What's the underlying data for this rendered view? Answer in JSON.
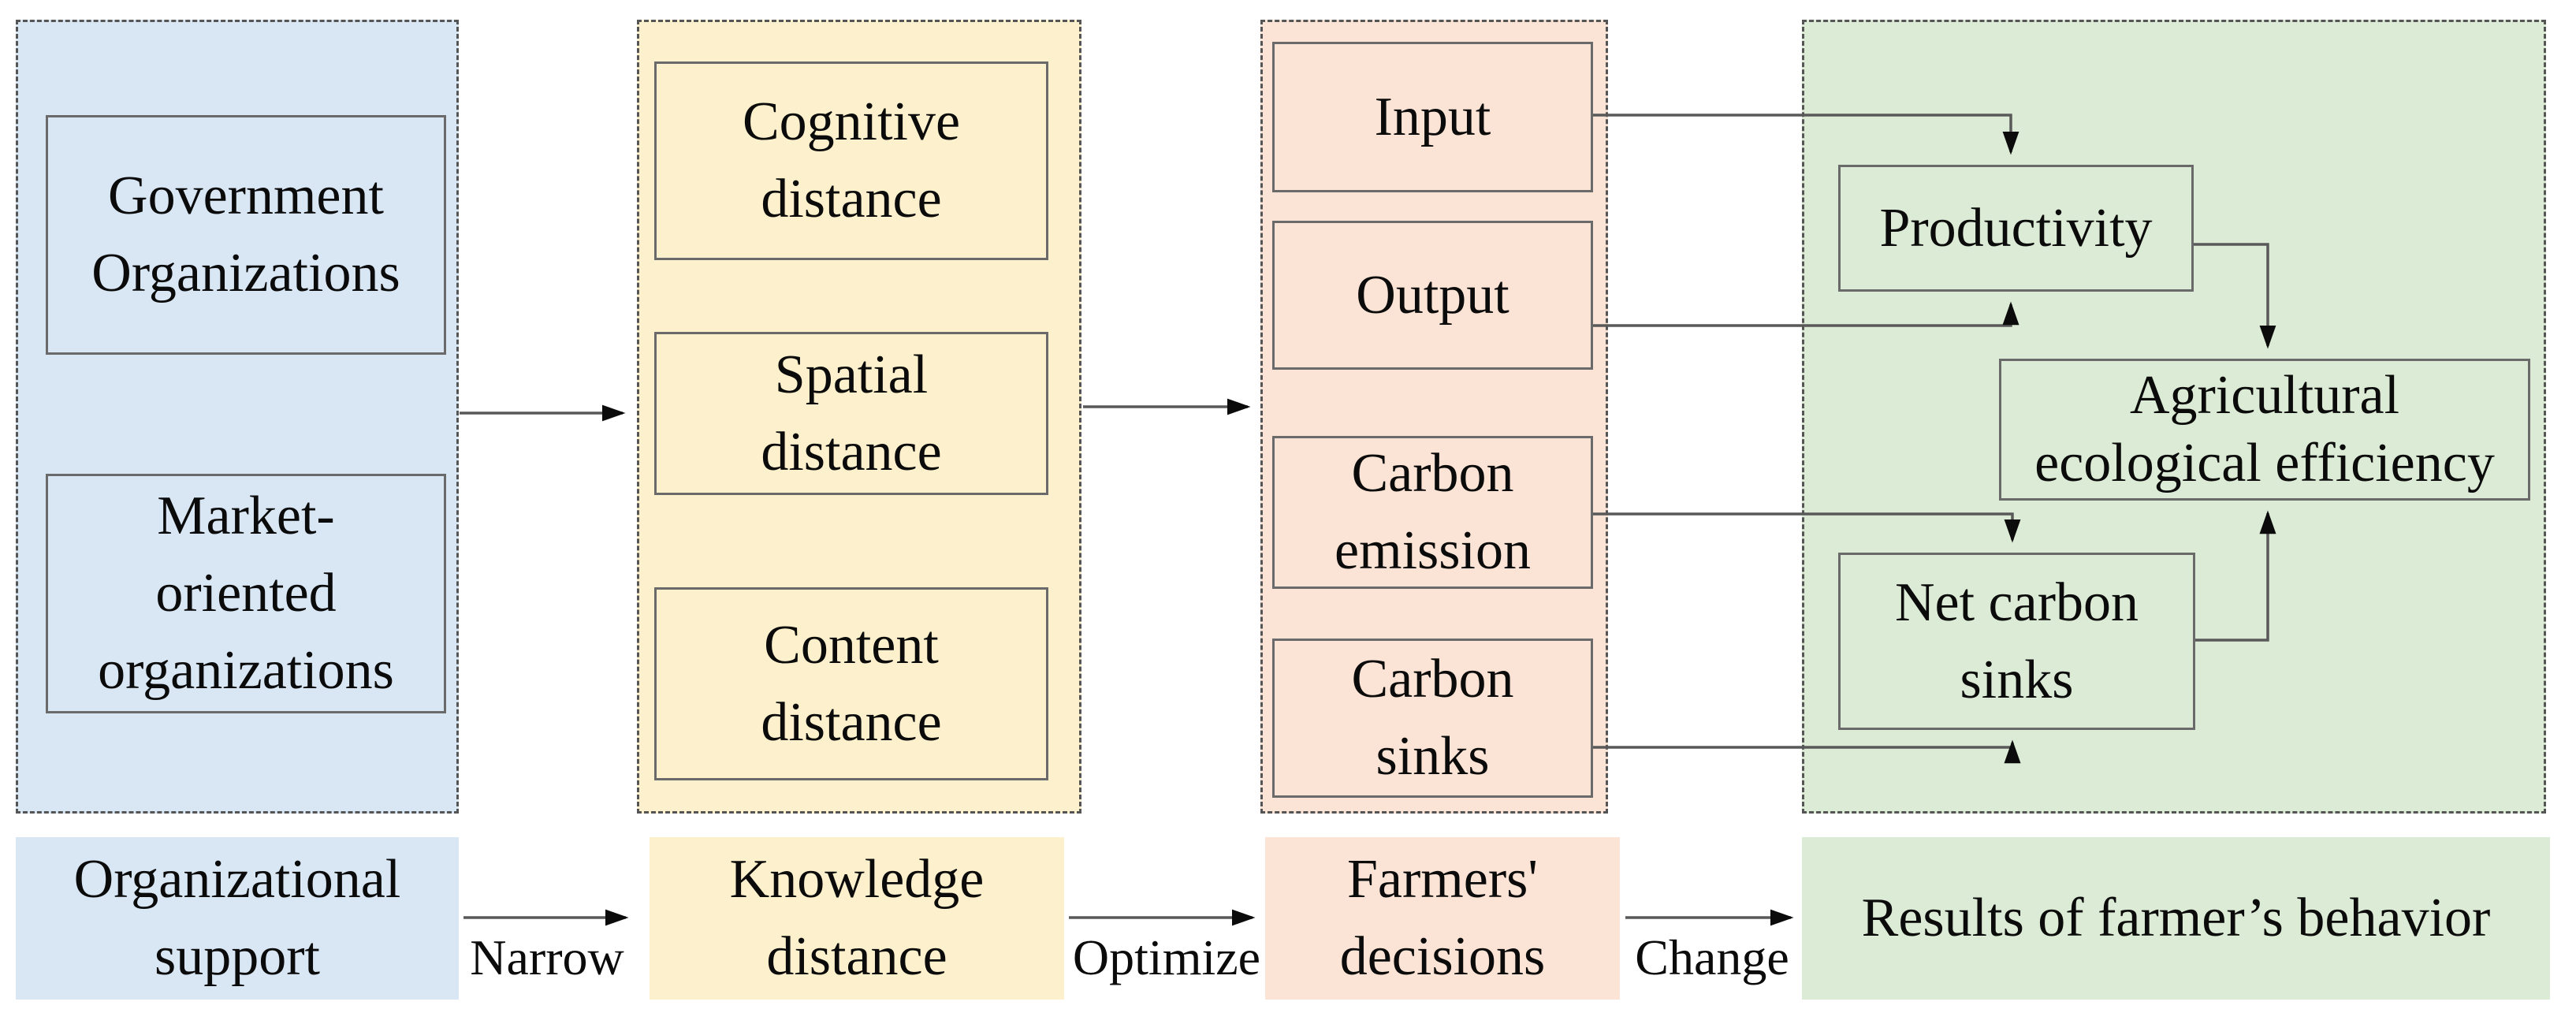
{
  "colors": {
    "col-blue": "#d9e7f5",
    "col-yellow": "#fdf0cc",
    "col-pink": "#fbe4d5",
    "col-green": "#dcebd5",
    "line": "#595959",
    "box-border": "#6a6a6a",
    "dash-border": "#555555",
    "text": "#0b0b0b"
  },
  "columns": [
    {
      "footer": "Organizational\nsupport",
      "boxes": [
        "Government\nOrganizations",
        "Market-\noriented\norganizations"
      ]
    },
    {
      "footer": "Knowledge\ndistance",
      "boxes": [
        "Cognitive\ndistance",
        "Spatial\ndistance",
        "Content\ndistance"
      ]
    },
    {
      "footer": "Farmers'\ndecisions",
      "boxes": [
        "Input",
        "Output",
        "Carbon\nemission",
        "Carbon\nsinks"
      ]
    },
    {
      "footer": "Results of farmer’s behavior",
      "boxes": [
        "Productivity",
        "Agricultural\necological efficiency",
        "Net carbon\nsinks"
      ]
    }
  ],
  "relations": [
    "Narrow",
    "Optimize",
    "Change"
  ]
}
